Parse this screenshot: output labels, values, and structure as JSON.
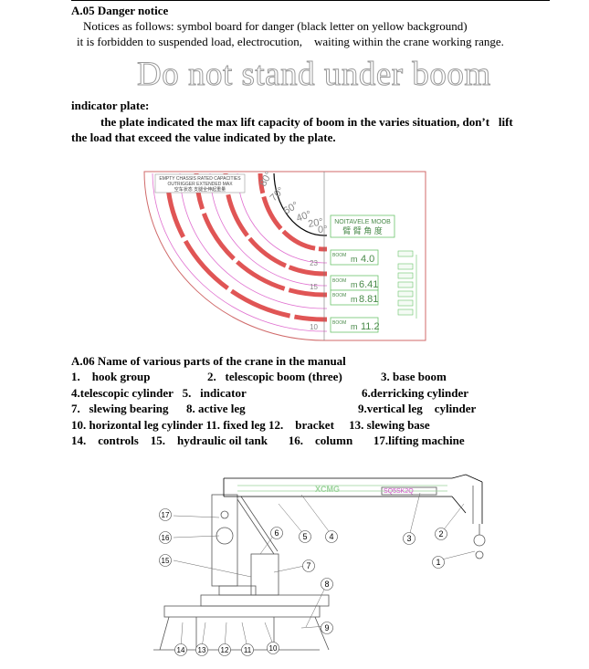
{
  "danger": {
    "heading": "A.05 Danger notice",
    "line1": "Notices as follows: symbol board for danger (black letter on yellow background)",
    "line2": "it is forbidden to suspended load, electrocution,    waiting within the crane working range.",
    "sign_text": "Do not stand under boom"
  },
  "indicator": {
    "heading": "indicator plate:",
    "line1": "the plate indicated the max lift capacity of boom in the varies situation, don’t   lift",
    "line2": "the load that exceed the value indicated by the plate."
  },
  "plate": {
    "header_line1": "EMPTY CHASSIS RATED CAPACITIES",
    "header_line2": "OUTRIGGER EXTENDED MAX",
    "header_line3": "空车状态  支腿全伸起重量",
    "angles": [
      "80°",
      "70°",
      "60°",
      "40°",
      "20°",
      "0°"
    ],
    "title_en": "NOITAVELE  MOOB",
    "title_cn": "臂 臂 角 度",
    "rows": [
      {
        "tag": "BOOM",
        "unit": "m",
        "value": "4.0"
      },
      {
        "tag": "BOOM",
        "unit": "m",
        "value": "6.41"
      },
      {
        "tag": "BOOM",
        "unit": "m",
        "value": "8.81"
      },
      {
        "tag": "BOOM",
        "unit": "m",
        "value": "11.2"
      }
    ],
    "radius_marks": [
      "23",
      "15",
      "10"
    ]
  },
  "parts": {
    "heading": "A.06 Name of various parts of the crane in the manual",
    "r1a": "1.    hook group",
    "r1b": "2.   telescopic boom (three)",
    "r1c": "3. base boom",
    "r2a": "4.telescopic cylinder   5.   indicator",
    "r2b": "6.derricking cylinder",
    "r3a": "7.   slewing bearing      8. active leg",
    "r3b": "9.vertical leg    cylinder",
    "r4": "10. horizontal leg cylinder 11. fixed leg 12.    bracket     13. slewing base",
    "r5": "14.    controls    15.    hydraulic oil tank       16.    column       17.lifting machine"
  },
  "drawing": {
    "callouts": [
      "1",
      "2",
      "3",
      "4",
      "5",
      "6",
      "7",
      "8",
      "9",
      "10",
      "11",
      "12",
      "13",
      "14",
      "15",
      "16",
      "17"
    ],
    "brand": "XCMG",
    "model": "SQ5SK2Q"
  },
  "colors": {
    "plate_red": "#e05555",
    "plate_pink": "#e070d0",
    "plate_green": "#6cc46c",
    "drawing_green": "#9ad39a"
  }
}
